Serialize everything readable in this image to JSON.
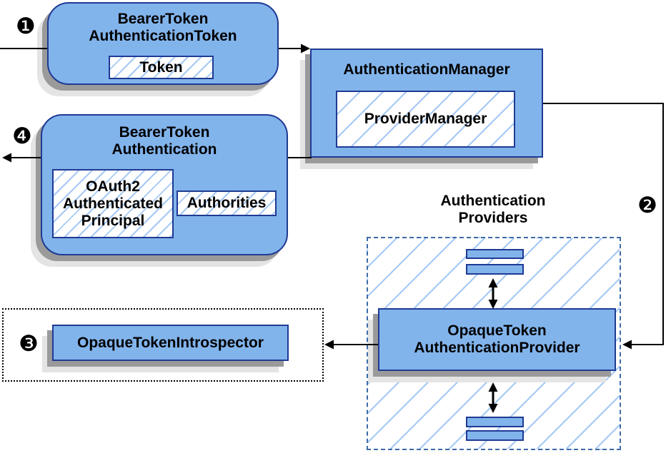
{
  "diagram": {
    "steps": {
      "one": "❶",
      "two": "❷",
      "three": "❸",
      "four": "❹"
    },
    "nodes": {
      "bearer_token_authentication_token": {
        "title": "BearerToken\nAuthenticationToken",
        "token_label": "Token"
      },
      "authentication_manager": {
        "title": "AuthenticationManager",
        "provider_manager_label": "ProviderManager"
      },
      "bearer_token_authentication": {
        "title": "BearerToken\nAuthentication",
        "principal_label": "OAuth2\nAuthenticated\nPrincipal",
        "authorities_label": "Authorities"
      },
      "authentication_providers": {
        "label": "Authentication\nProviders"
      },
      "opaque_token_authentication_provider": {
        "title": "OpaqueToken\nAuthenticationProvider"
      },
      "opaque_token_introspector": {
        "title": "OpaqueTokenIntrospector"
      }
    },
    "colors": {
      "node_fill": "#82b4ec",
      "node_border": "#1f3a93",
      "hatch_line": "#a6c9f5",
      "dashed_border": "#3c6ba8",
      "connector": "#000000",
      "shadow": "#9a9a9a"
    }
  }
}
